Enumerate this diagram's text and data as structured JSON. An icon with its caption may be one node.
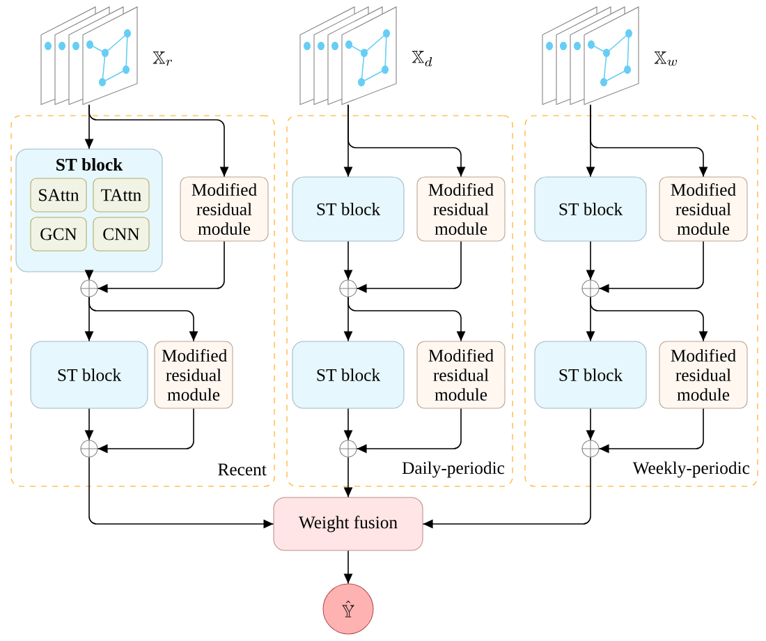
{
  "diagram": {
    "nodes": [
      {
        "text": [],
        "shape": "picture",
        "beside": [
          "\\mathbb{X}_{r}"
        ]
      },
      {
        "text": [
          "Recent"
        ]
      },
      {
        "text": [
          "ST block"
        ],
        "in": 1
      },
      {
        "text": [
          "SAttn"
        ],
        "in": 2
      },
      {
        "text": [
          "TAttn"
        ],
        "in": 2
      },
      {
        "text": [
          "GCN"
        ],
        "in": 2
      },
      {
        "text": [
          "CNN"
        ],
        "in": 2
      },
      {
        "text": [
          "Modified residual module"
        ],
        "in": 1
      },
      {
        "text": [],
        "shape": "circle",
        "in": 1
      },
      {
        "text": [
          "ST block"
        ],
        "in": 1
      },
      {
        "text": [
          "Modified residual module"
        ],
        "in": 1
      },
      {
        "text": [],
        "shape": "circle",
        "in": 1
      },
      {
        "text": [],
        "shape": "picture",
        "beside": [
          "\\mathbb{X}_{d}"
        ]
      },
      {
        "text": [
          "Daily-periodic"
        ]
      },
      {
        "text": [
          "ST block"
        ],
        "in": 13
      },
      {
        "text": [
          "Modified residual module"
        ],
        "in": 13
      },
      {
        "text": [],
        "shape": "circle",
        "in": 13
      },
      {
        "text": [
          "ST block"
        ],
        "in": 13
      },
      {
        "text": [
          "Modified residual module"
        ],
        "in": 13
      },
      {
        "text": [],
        "shape": "circle",
        "in": 13
      },
      {
        "text": [],
        "shape": "picture",
        "beside": [
          "\\mathbb{X}_{w}"
        ]
      },
      {
        "text": [
          "Weekly-periodic"
        ]
      },
      {
        "text": [
          "ST block"
        ],
        "in": 21
      },
      {
        "text": [
          "Modified residual module"
        ],
        "in": 21
      },
      {
        "text": [],
        "shape": "circle",
        "in": 21
      },
      {
        "text": [
          "ST block"
        ],
        "in": 21
      },
      {
        "text": [
          "Modified residual module"
        ],
        "in": 21
      },
      {
        "text": [],
        "shape": "circle",
        "in": 21
      },
      {
        "text": [
          "Weight fusion"
        ]
      },
      {
        "text": [
          "\\hat{\\mathbb{Y}}"
        ]
      }
    ],
    "edges": [
      {
        "from": 0,
        "to": 2,
        "arrow": "to"
      },
      {
        "from": 0,
        "to": 7,
        "arrow": "to"
      },
      {
        "from": 2,
        "to": 8,
        "arrow": "to"
      },
      {
        "from": 7,
        "to": 8,
        "arrow": "to"
      },
      {
        "from": 8,
        "to": 9,
        "arrow": "to"
      },
      {
        "from": 8,
        "to": 10,
        "arrow": "to"
      },
      {
        "from": 9,
        "to": 11,
        "arrow": "to"
      },
      {
        "from": 10,
        "to": 11,
        "arrow": "to"
      },
      {
        "from": 11,
        "to": 28,
        "arrow": "to"
      },
      {
        "from": 12,
        "to": 14,
        "arrow": "to"
      },
      {
        "from": 12,
        "to": 15,
        "arrow": "to"
      },
      {
        "from": 14,
        "to": 16,
        "arrow": "to"
      },
      {
        "from": 15,
        "to": 16,
        "arrow": "to"
      },
      {
        "from": 16,
        "to": 17,
        "arrow": "to"
      },
      {
        "from": 16,
        "to": 18,
        "arrow": "to"
      },
      {
        "from": 17,
        "to": 19,
        "arrow": "to"
      },
      {
        "from": 18,
        "to": 19,
        "arrow": "to"
      },
      {
        "from": 19,
        "to": 28,
        "arrow": "to"
      },
      {
        "from": 20,
        "to": 22,
        "arrow": "to"
      },
      {
        "from": 20,
        "to": 23,
        "arrow": "to"
      },
      {
        "from": 22,
        "to": 24,
        "arrow": "to"
      },
      {
        "from": 23,
        "to": 24,
        "arrow": "to"
      },
      {
        "from": 24,
        "to": 25,
        "arrow": "to"
      },
      {
        "from": 24,
        "to": 26,
        "arrow": "to"
      },
      {
        "from": 25,
        "to": 27,
        "arrow": "to"
      },
      {
        "from": 26,
        "to": 27,
        "arrow": "to"
      },
      {
        "from": 27,
        "to": 28,
        "arrow": "to"
      },
      {
        "from": 28,
        "to": 29,
        "arrow": "to"
      }
    ]
  }
}
